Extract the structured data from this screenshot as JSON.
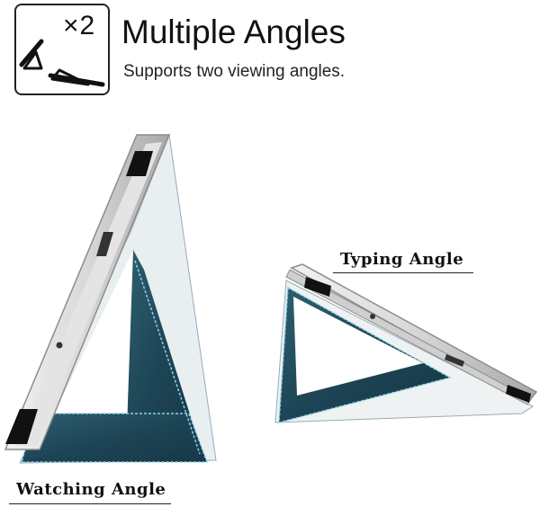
{
  "header": {
    "multiplier": "×2",
    "title": "Multiple Angles",
    "subtitle": "Supports two viewing angles."
  },
  "icons": {
    "badge": "two-stand-angles-icon"
  },
  "labels": {
    "typing": "Typing Angle",
    "watching": "Watching Angle"
  },
  "colors": {
    "case_blue": "#1f4a5c",
    "case_dark": "#173848",
    "stitch": "#8fd0e3",
    "tablet_silver": "#d9d9d9",
    "tablet_edge": "#8c8c8c",
    "strap": "#111111"
  }
}
